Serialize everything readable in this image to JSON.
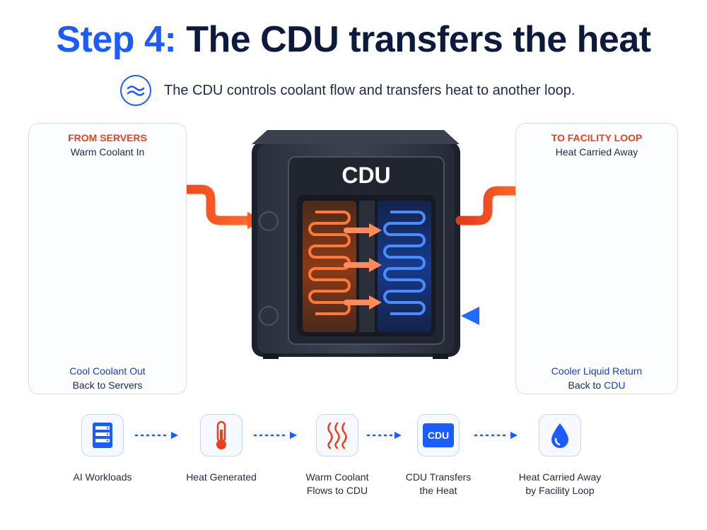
{
  "title": {
    "step": "Step 4:",
    "rest": "The CDU transfers the heat"
  },
  "subtitle": "The CDU controls coolant flow and transfers heat to another loop.",
  "left_panel": {
    "heading": "FROM SERVERS",
    "subheading": "Warm Coolant In",
    "bottom_line1": "Cool Coolant Out",
    "bottom_line2": "Back to Servers"
  },
  "cdu_label": "CDU",
  "right_panel": {
    "heading": "TO FACILITY LOOP",
    "subheading": "Heat Carried Away",
    "bottom_line1": "Cooler Liquid Return",
    "bottom_line2_prefix": "Back to",
    "bottom_line2_highlight": "CDU"
  },
  "steps": [
    {
      "icon": "server-icon",
      "line1": "AI Workloads",
      "line2": ""
    },
    {
      "icon": "thermometer-icon",
      "line1": "Heat Generated",
      "line2": ""
    },
    {
      "icon": "heat-waves-icon",
      "line1": "Warm Coolant",
      "line2": "Flows to CDU"
    },
    {
      "icon": "cdu-icon",
      "line1": "CDU Transfers",
      "line2": "the Heat",
      "icon_text": "CDU"
    },
    {
      "icon": "water-drop-icon",
      "line1": "Heat Carried Away",
      "line2": "by Facility Loop"
    }
  ],
  "colors": {
    "blue": "#1a5cff",
    "navy": "#0e1a3d",
    "hot": "#f0431a",
    "cold": "#1f6bff"
  }
}
